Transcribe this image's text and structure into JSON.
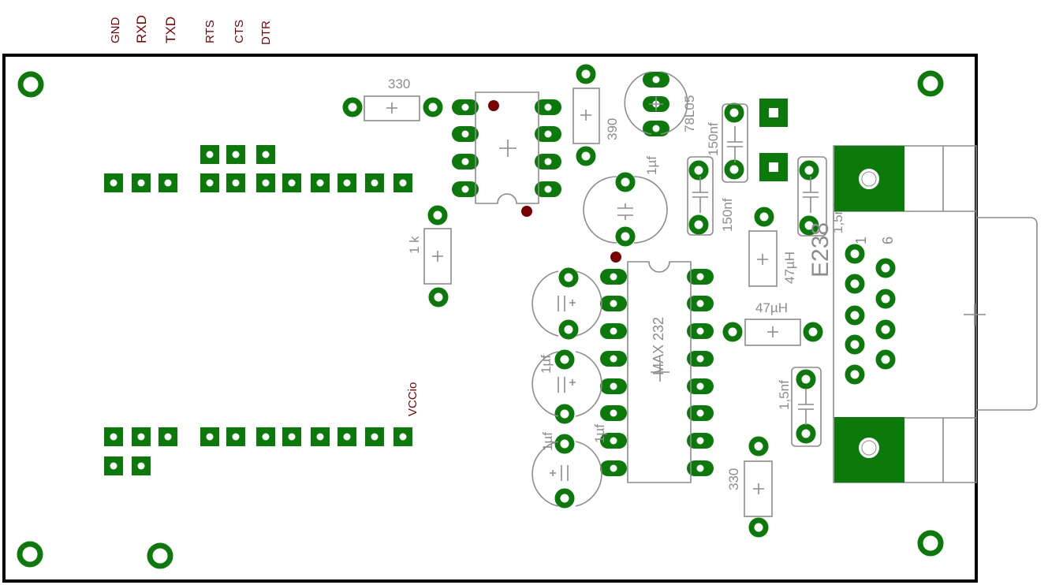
{
  "header_signals": [
    "GND",
    "RXD",
    "TXD",
    "RTS",
    "CTS",
    "DTR"
  ],
  "vccio_label": "VCCio",
  "components": {
    "r330_top": "330",
    "r390": "390",
    "reg_78l05": "78L05",
    "c150nf_a": "150nf",
    "c150nf_b": "150nf",
    "c1_5nf_top": "1,5nf",
    "c1_5nf_bottom": "1,5nf",
    "r1k": "1 k",
    "c1uf_a": "1µf",
    "c1uf_b": "1µf",
    "c1uf_c": "1µf",
    "c1uf_d": "1µf",
    "max232": "MAX 232",
    "l47uh_a": "47µH",
    "l47uh_b": "47µH",
    "r330_bottom": "330",
    "e238": "E238"
  },
  "colors": {
    "copper": "#0b7a0b",
    "silkscreen": "#8c8c8c",
    "signal_label": "#7a0000",
    "board_outline": "#000000"
  }
}
